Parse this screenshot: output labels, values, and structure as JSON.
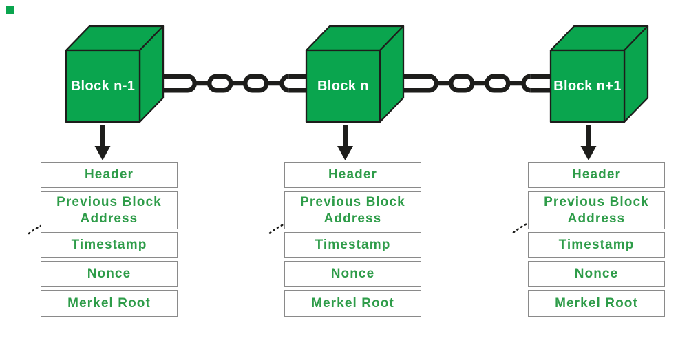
{
  "diagram": {
    "type": "blockchain-structure-diagram",
    "colors": {
      "cube_green": "#0AA54E",
      "field_text_green": "#2E9C49",
      "line_black": "#1D1D1B",
      "box_border_gray": "#8A8A8A",
      "cube_label_white": "#FFFFFF"
    },
    "blocks": [
      {
        "label": "Block n-1",
        "fields": [
          "Header",
          "Previous Block Address",
          "Timestamp",
          "Nonce",
          "Merkel Root"
        ]
      },
      {
        "label": "Block n",
        "fields": [
          "Header",
          "Previous Block Address",
          "Timestamp",
          "Nonce",
          "Merkel Root"
        ]
      },
      {
        "label": "Block n+1",
        "fields": [
          "Header",
          "Previous Block Address",
          "Timestamp",
          "Nonce",
          "Merkel Root"
        ]
      }
    ]
  }
}
